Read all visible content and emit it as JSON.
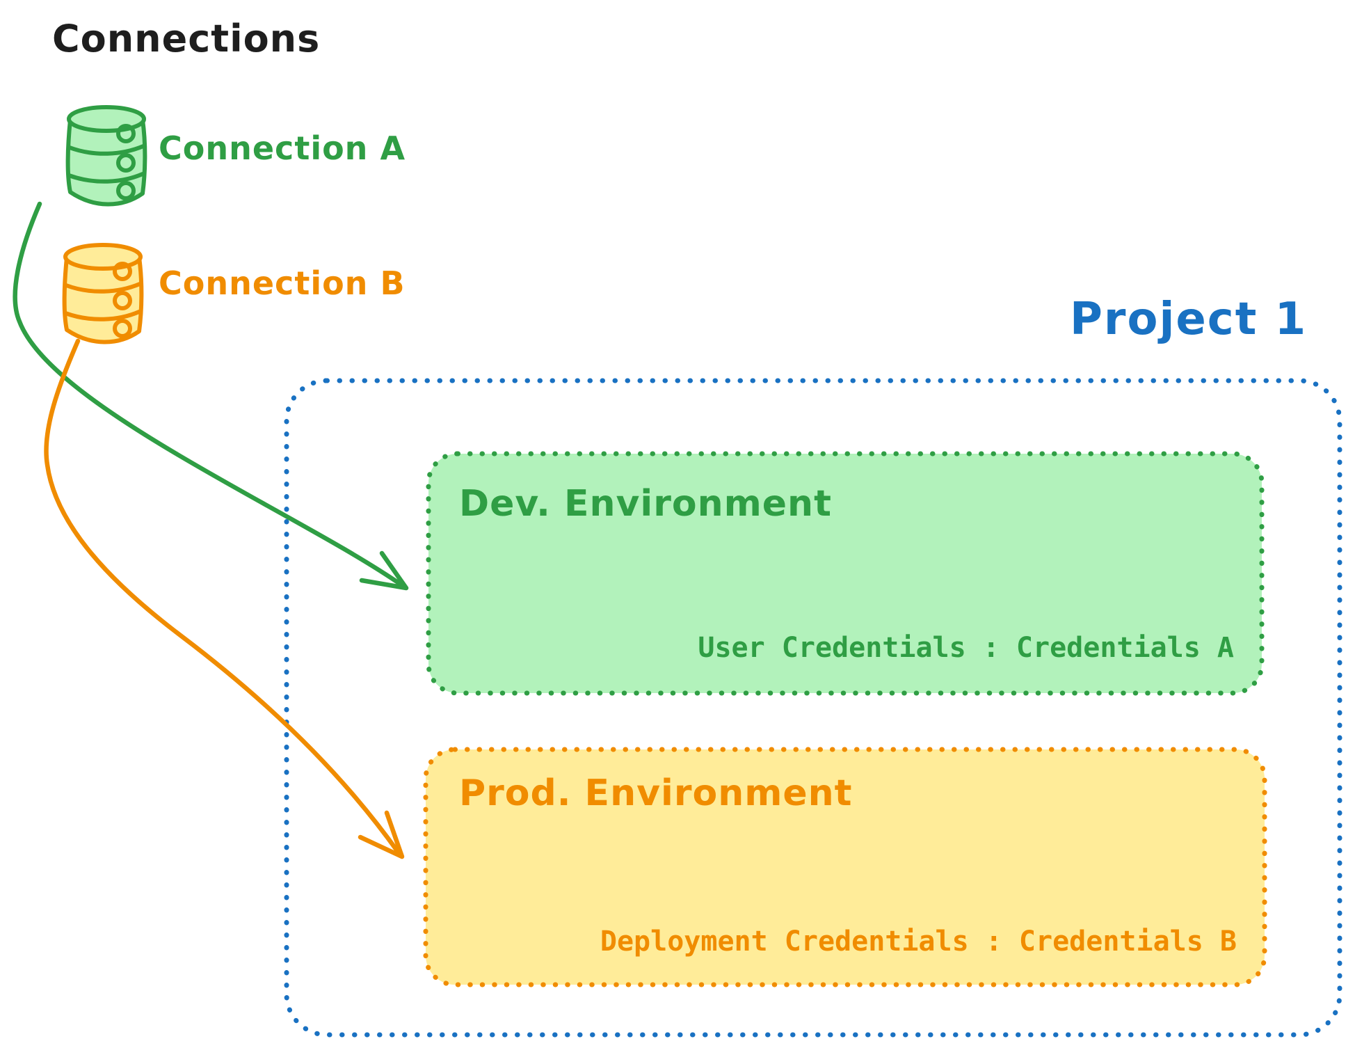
{
  "diagram": {
    "title": "Connections",
    "connections": [
      {
        "label": "Connection A",
        "icon": "database-icon",
        "stroke_color": "#2f9e44",
        "fill_color": "#b2f2bb",
        "arrow_target": "Dev. Environment"
      },
      {
        "label": "Connection B",
        "icon": "database-icon",
        "stroke_color": "#f08c00",
        "fill_color": "#ffec99",
        "arrow_target": "Prod. Environment"
      }
    ],
    "project": {
      "title": "Project 1",
      "border_color": "#1971c2",
      "environments": [
        {
          "name": "Dev. Environment",
          "credentials": "User Credentials : Credentials A",
          "stroke_color": "#2f9e44",
          "fill_color": "#b2f2bb"
        },
        {
          "name": "Prod. Environment",
          "credentials": "Deployment Credentials : Credentials B",
          "stroke_color": "#f08c00",
          "fill_color": "#ffec99"
        }
      ]
    },
    "text_color": "#1e1e1e",
    "background_color": "#ffffff"
  }
}
